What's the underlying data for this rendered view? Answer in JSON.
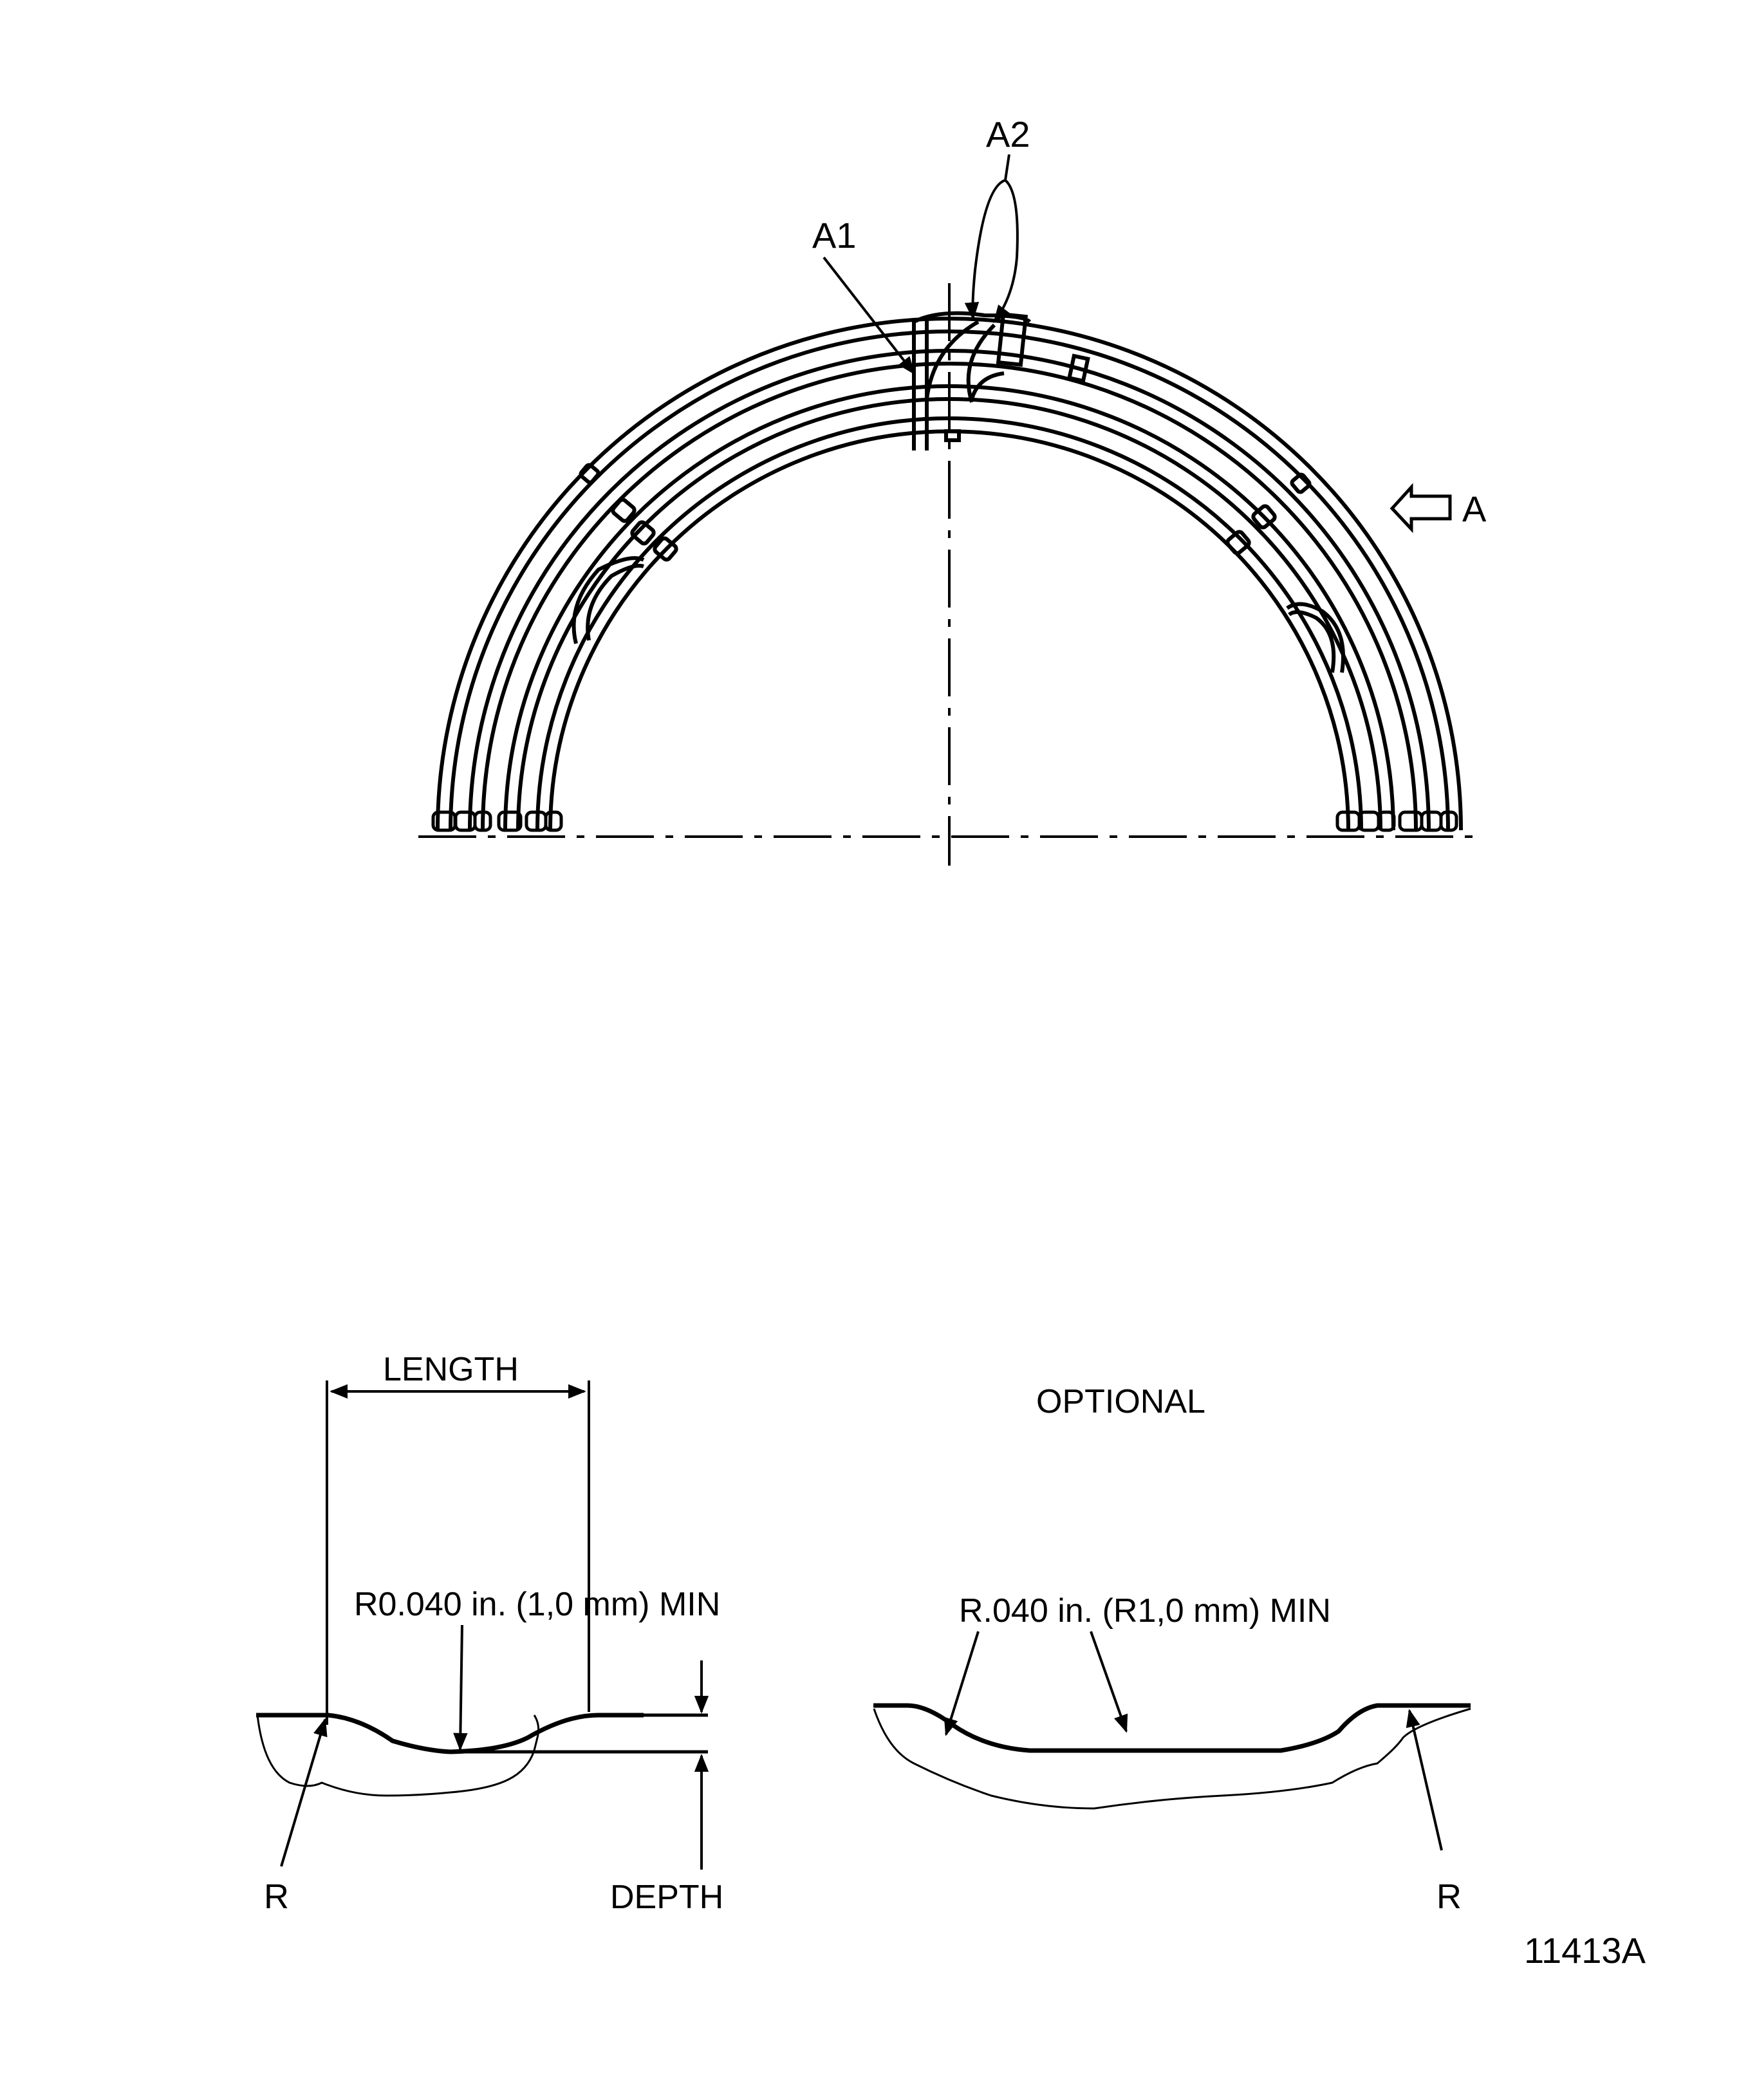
{
  "figure": {
    "id": "11413A",
    "colors": {
      "ink": "#000000",
      "paper": "#ffffff"
    }
  },
  "top_view": {
    "callouts": [
      {
        "id": "a1",
        "label": "A1"
      },
      {
        "id": "a2",
        "label": "A2"
      }
    ],
    "view_arrow": {
      "label": "A"
    }
  },
  "detail_left": {
    "length_label": "LENGTH",
    "radius_label": "R0.040 in. (1,0 mm) MIN",
    "r_label": "R",
    "depth_label": "DEPTH"
  },
  "detail_right": {
    "title": "OPTIONAL",
    "radius_label": "R.040 in. (R1,0 mm) MIN",
    "r_label": "R"
  }
}
